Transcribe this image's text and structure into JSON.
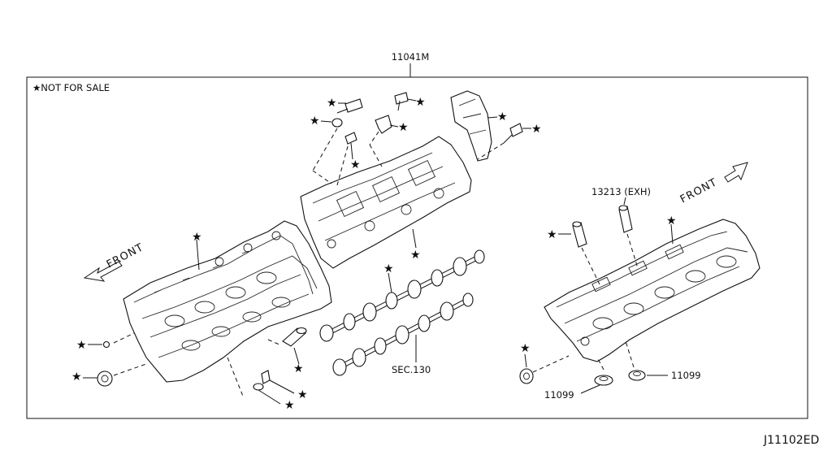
{
  "diagram": {
    "header_part": "11041M",
    "legend": "★NOT FOR SALE",
    "labels": {
      "exh": "13213 (EXH)",
      "sec": "SEC.130",
      "part_11099_left": "11099",
      "part_11099_right": "11099",
      "front_left": "FRONT",
      "front_right": "FRONT",
      "figure_code": "J11102ED"
    },
    "star_glyph": "★",
    "colors": {
      "ink": "#111111",
      "background": "#ffffff"
    },
    "icons": [
      "star-icon",
      "front-arrow-icon"
    ]
  }
}
